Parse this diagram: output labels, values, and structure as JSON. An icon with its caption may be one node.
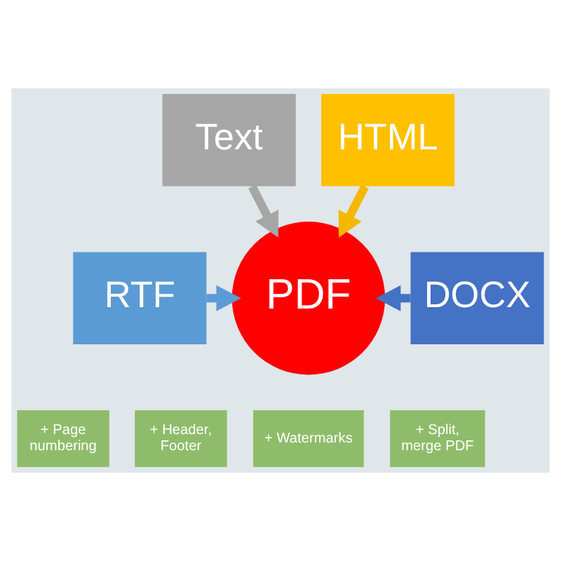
{
  "diagram": {
    "nodes": [
      {
        "text": [
          "Text"
        ]
      },
      {
        "text": [
          "HTML"
        ]
      },
      {
        "text": [
          "RTF"
        ]
      },
      {
        "text": [
          "PDF"
        ]
      },
      {
        "text": [
          "DOCX"
        ]
      },
      {
        "text": [
          "+ Page numbering"
        ]
      },
      {
        "text": [
          "+ Header, Footer"
        ]
      },
      {
        "text": [
          "+ Watermarks"
        ]
      },
      {
        "text": [
          "+ Split, merge PDF"
        ]
      }
    ],
    "edges": [
      {
        "from": 0,
        "to": 3,
        "arrow": "to",
        "color": "#a6a6a6"
      },
      {
        "from": 1,
        "to": 3,
        "arrow": "to",
        "color": "#f5b800"
      },
      {
        "from": 2,
        "to": 3,
        "arrow": "to",
        "color": "#5b9bd5"
      },
      {
        "from": 4,
        "to": 3,
        "arrow": "to",
        "color": "#4472c4"
      }
    ]
  }
}
